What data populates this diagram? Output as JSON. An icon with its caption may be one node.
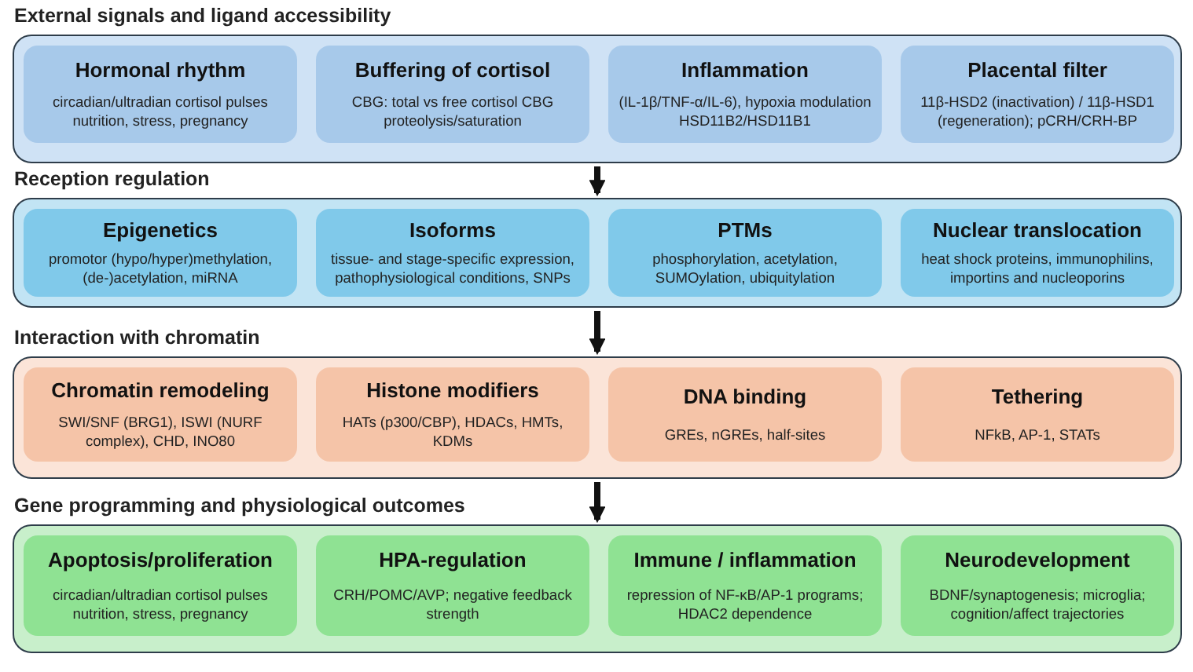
{
  "diagram": {
    "nodes": [
      {
        "text": [
          "External signals and ligand accessibility"
        ]
      },
      {
        "text": [
          "Hormonal rhythm",
          "circadian/ultradian cortisol pulses nutrition, stress, pregnancy"
        ],
        "in": 0
      },
      {
        "text": [
          "Buffering of cortisol",
          "CBG: total vs free cortisol CBG proteolysis/saturation"
        ],
        "in": 0
      },
      {
        "text": [
          "Inflammation",
          "(IL-1β/TNF-α/IL-6), hypoxia modulation HSD11B2/HSD11B1"
        ],
        "in": 0
      },
      {
        "text": [
          "Placental filter",
          "11β-HSD2 (inactivation) / 11β-HSD1 (regeneration); pCRH/CRH-BP"
        ],
        "in": 0
      },
      {
        "text": [
          "Reception regulation"
        ]
      },
      {
        "text": [
          "Epigenetics",
          "promotor (hypo/hyper)methylation, (de-)acetylation, miRNA"
        ],
        "in": 5
      },
      {
        "text": [
          "Isoforms",
          "tissue- and stage-specific expression, pathophysiological conditions, SNPs"
        ],
        "in": 5
      },
      {
        "text": [
          "PTMs",
          "phosphorylation, acetylation, SUMOylation, ubiquitylation"
        ],
        "in": 5
      },
      {
        "text": [
          "Nuclear translocation",
          "heat shock proteins, immunophilins, importins and nucleoporins"
        ],
        "in": 5
      },
      {
        "text": [
          "Interaction with chromatin"
        ]
      },
      {
        "text": [
          "Chromatin remodeling",
          "SWI/SNF (BRG1), ISWI (NURF complex), CHD, INO80"
        ],
        "in": 10
      },
      {
        "text": [
          "Histone modifiers",
          "HATs (p300/CBP), HDACs, HMTs, KDMs"
        ],
        "in": 10
      },
      {
        "text": [
          "DNA binding",
          "GREs, nGREs, half-sites"
        ],
        "in": 10
      },
      {
        "text": [
          "Tethering",
          "NFkB, AP-1, STATs"
        ],
        "in": 10
      },
      {
        "text": [
          "Gene programming and physiological outcomes"
        ]
      },
      {
        "text": [
          "Apoptosis/proliferation",
          "circadian/ultradian cortisol pulses nutrition, stress, pregnancy"
        ],
        "in": 15
      },
      {
        "text": [
          "HPA-regulation",
          "CRH/POMC/AVP; negative feedback strength"
        ],
        "in": 15
      },
      {
        "text": [
          "Immune / inflammation",
          "repression of NF-κB/AP-1 programs; HDAC2 dependence"
        ],
        "in": 15
      },
      {
        "text": [
          "Neurodevelopment",
          "BDNF/synaptogenesis; microglia; cognition/affect trajectories"
        ],
        "in": 15
      }
    ],
    "edges": [
      {
        "from": 0,
        "to": 5,
        "arrow": "to"
      },
      {
        "from": 5,
        "to": 10,
        "arrow": "to"
      },
      {
        "from": 10,
        "to": 15,
        "arrow": "to"
      }
    ]
  }
}
